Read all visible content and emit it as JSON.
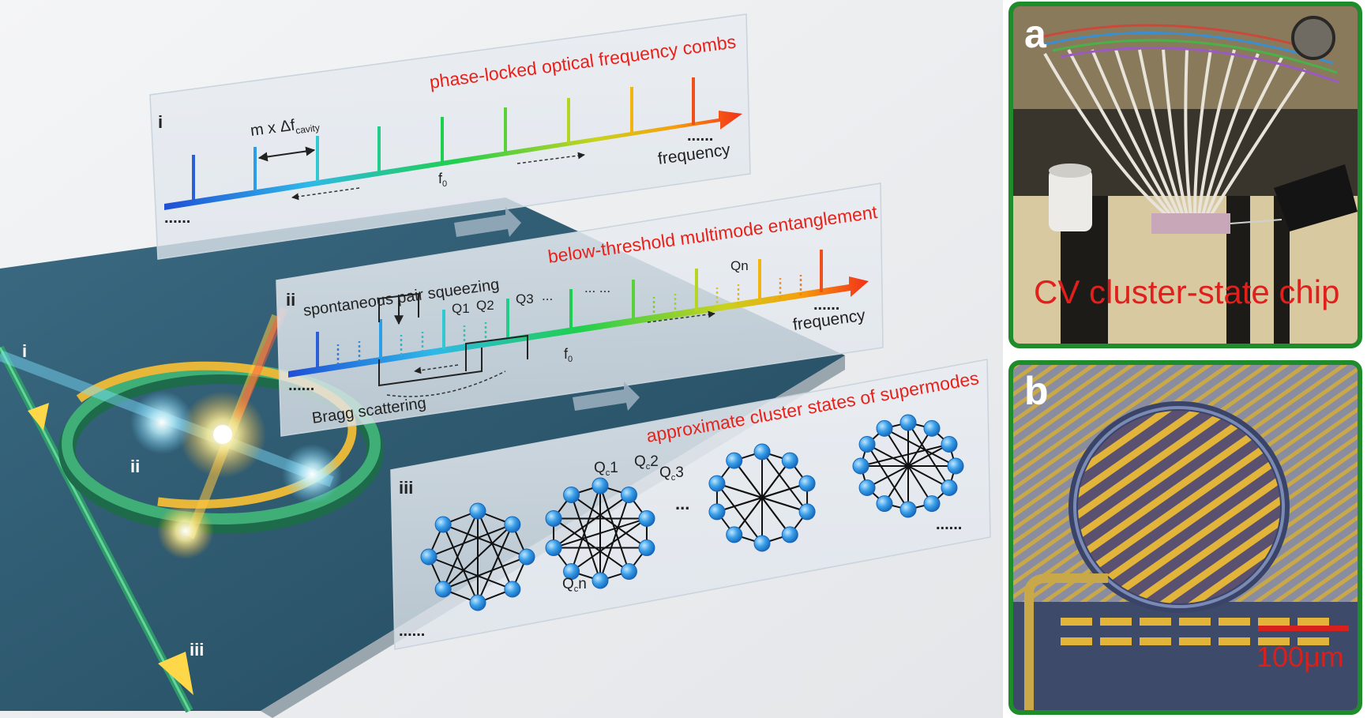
{
  "layer_i": {
    "roman": "i",
    "title": "phase-locked optical frequency combs",
    "spacing_m": "m x Δf",
    "spacing_sub": "cavity",
    "center_f": "f",
    "center_sub": "0",
    "axis_label": "frequency",
    "ellipsis_left": "......",
    "ellipsis_right": "......"
  },
  "layer_ii": {
    "roman": "ii",
    "title": "below-threshold multimode entanglement",
    "squeezing_label": "spontaneous pair squeezing",
    "q1": "Q1",
    "q2": "Q2",
    "q3": "Q3",
    "q_dots": "...",
    "qn": "Qn",
    "dots_mid": "... ...",
    "center_f": "f",
    "center_sub": "0",
    "axis_label": "frequency",
    "bragg_label": "Bragg scattering",
    "ellipsis_left": "......",
    "ellipsis_right": "......"
  },
  "layer_iii": {
    "roman": "iii",
    "title": "approximate cluster states of supermodes",
    "qc1": "Q",
    "qc1_sub": "c",
    "qc1_num": "1",
    "qc2": "Q",
    "qc2_sub": "c",
    "qc2_num": "2",
    "qc3": "Q",
    "qc3_sub": "c",
    "qc3_num": "3",
    "qcn": "Q",
    "qcn_sub": "c",
    "qcn_num": "n",
    "graph_dots": "...",
    "ellipsis_left": "......",
    "ellipsis_right": "......"
  },
  "chip_labels": {
    "waveguide_i": "i",
    "ring_ii": "ii",
    "waveguide_iii": "iii"
  },
  "panel_a": {
    "letter": "a",
    "caption": "CV cluster-state chip"
  },
  "panel_b": {
    "letter": "b",
    "scale_bar": "100μm"
  },
  "colors": {
    "red_title": "#e8211a",
    "chip_slab": "#2f5c73",
    "frame_green": "#1e8c2a",
    "node_blue": "#3a9fe8"
  }
}
